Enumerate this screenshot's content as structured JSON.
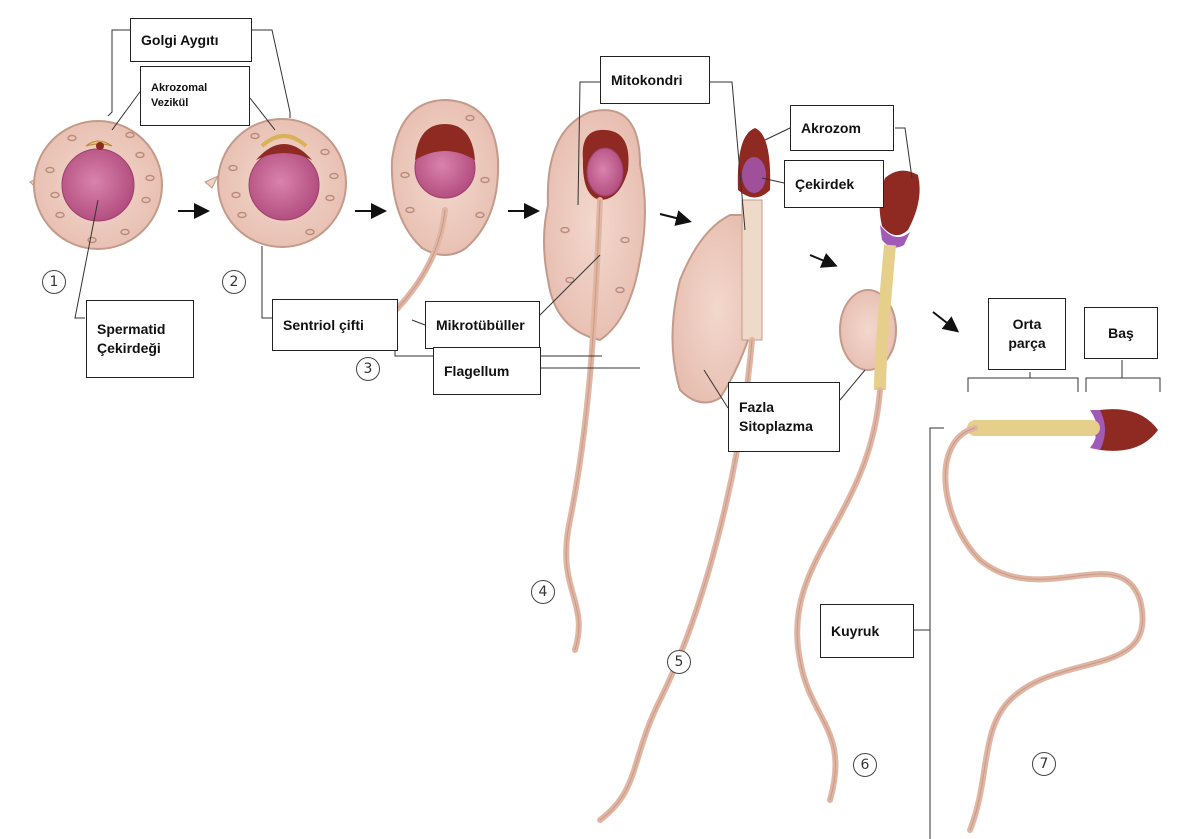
{
  "labels": {
    "golgi": "Golgi Aygıtı",
    "akrozomal_1": "Akrozomal",
    "akrozomal_2": "Vezikül",
    "spermatid_1": "Spermatid",
    "spermatid_2": "Çekirdeği",
    "sentriol": "Sentriol çifti",
    "mikrotubuller": "Mikrotübüller",
    "flagellum": "Flagellum",
    "mitokondri": "Mitokondri",
    "akrozom": "Akrozom",
    "cekirdek": "Çekirdek",
    "fazla_1": "Fazla",
    "fazla_2": "Sitoplazma",
    "orta_1": "Orta",
    "orta_2": "parça",
    "bas": "Baş",
    "kuyruk": "Kuyruk"
  },
  "stages": [
    "1",
    "2",
    "3",
    "4",
    "5",
    "6",
    "7"
  ],
  "colors": {
    "cell_fill": "#ecc9bd",
    "cell_outline": "#c49a8a",
    "nucleus": "#c0578a",
    "acrosome": "#8e2a22",
    "tail": "#e2b5a3",
    "midpiece": "#e6cf8a",
    "neck": "#a05ab8",
    "line": "#333333"
  }
}
